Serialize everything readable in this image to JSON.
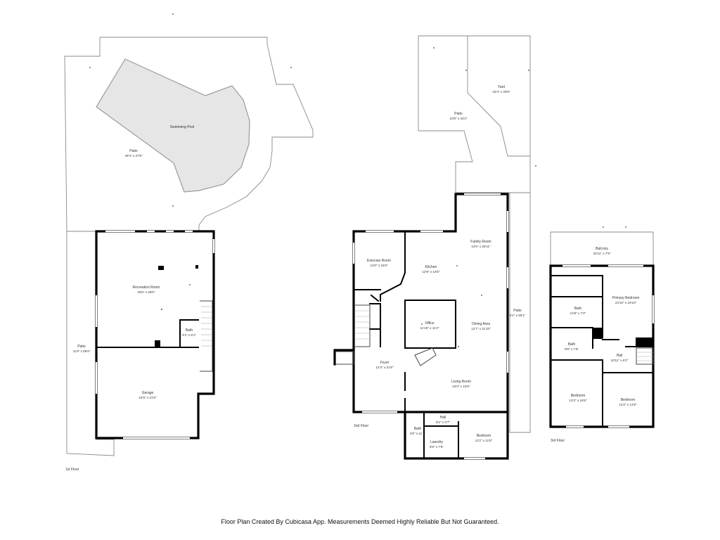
{
  "footer": "Floor Plan Created By Cubicasa App. Measurements Deemed Highly Reliable But Not Guaranteed.",
  "floors": {
    "first": {
      "label": "1st Floor",
      "rooms": {
        "swimming_pool": {
          "name": "Swimming Pool",
          "dim": ""
        },
        "patio_main": {
          "name": "Patio",
          "dim": "49'4\" x 47'9\""
        },
        "recreation_room": {
          "name": "Recreation Room",
          "dim": "25'5\" x 28'0\""
        },
        "bath": {
          "name": "Bath",
          "dim": "4'2\" x 8'1\""
        },
        "patio_side": {
          "name": "Patio",
          "dim": "11'9\" x 55'6\""
        },
        "garage": {
          "name": "Garage",
          "dim": "24'9\" x 21'9\""
        }
      }
    },
    "second": {
      "label": "2nd Floor",
      "rooms": {
        "patio_top": {
          "name": "Patio",
          "dim": "10'8\" x 43'2\""
        },
        "yard": {
          "name": "Yard",
          "dim": "15'4\" x 29'6\""
        },
        "family_room": {
          "name": "Family Room",
          "dim": "12'5\" x 25'11\""
        },
        "exercise_room": {
          "name": "Exercise Room",
          "dim": "12'0\" x 15'9\""
        },
        "kitchen": {
          "name": "Kitchen",
          "dim": "12'9\" x 16'6\""
        },
        "patio_right": {
          "name": "Patio",
          "dim": "5'2\" x 55'1\""
        },
        "office": {
          "name": "Office",
          "dim": "11'10\" x 11'2\""
        },
        "dining_area": {
          "name": "Dining Area",
          "dim": "12'7\" x 11'10\""
        },
        "foyer": {
          "name": "Foyer",
          "dim": "14'3\" x 31'8\""
        },
        "living_room": {
          "name": "Living Room",
          "dim": "24'0\" x 15'8\""
        },
        "hall": {
          "name": "Hall",
          "dim": "8'2\" x 3'7\""
        },
        "bath": {
          "name": "Bath",
          "dim": "4'9\" x 11'7\""
        },
        "laundry": {
          "name": "Laundry",
          "dim": "5'8\" x 7'6\""
        },
        "bedroom": {
          "name": "Bedroom",
          "dim": "11'2\" x 11'5\""
        }
      }
    },
    "third": {
      "label": "3rd Floor",
      "rooms": {
        "balcony": {
          "name": "Balcony",
          "dim": "24'11\" x 7'9\""
        },
        "primary_bedroom": {
          "name": "Primary Bedroom",
          "dim": "24'10\" x 19'10\""
        },
        "bath_upper": {
          "name": "Bath",
          "dim": "12'6\" x 7'2\""
        },
        "bath_lower": {
          "name": "Bath",
          "dim": "9'8\" x 7'6\""
        },
        "hall": {
          "name": "Hall",
          "dim": "10'11\" x 6'2\""
        },
        "bedroom_left": {
          "name": "Bedroom",
          "dim": "12'3\" x 16'5\""
        },
        "bedroom_right": {
          "name": "Bedroom",
          "dim": "12'2\" x 12'9\""
        }
      }
    }
  }
}
